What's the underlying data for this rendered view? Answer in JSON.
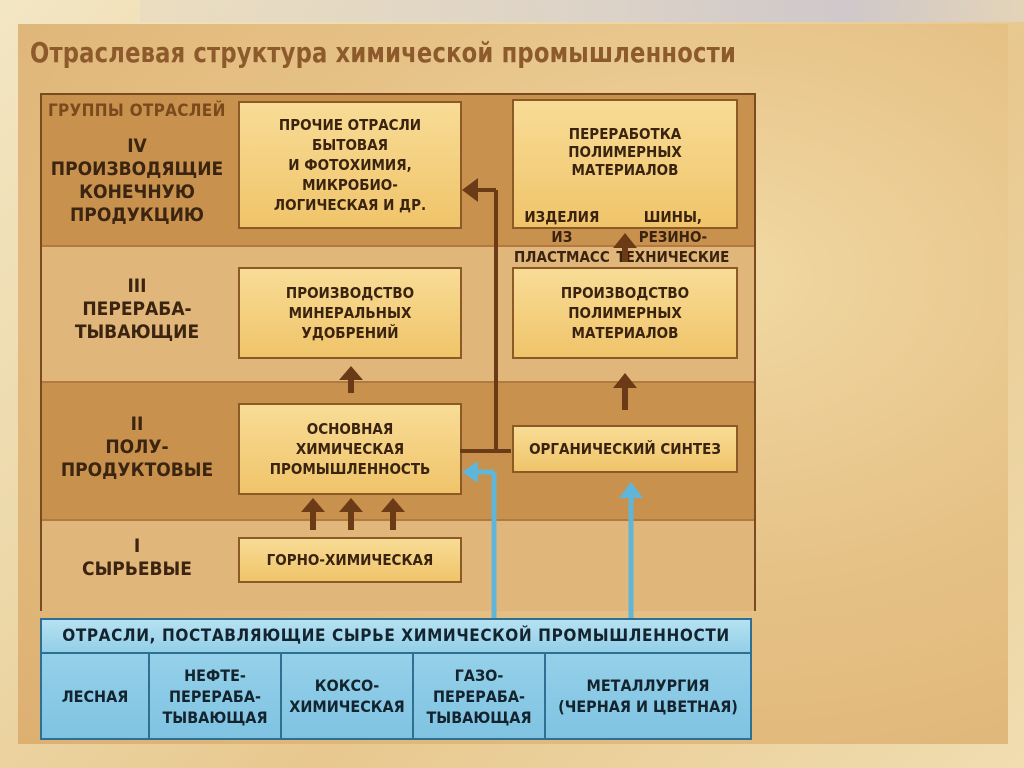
{
  "title": "Отраслевая структура химической промышленности",
  "groups_header": "ГРУППЫ ОТРАСЛЕЙ",
  "groups": [
    {
      "label": "IV\nПРОИЗВОДЯЩИЕ\nКОНЕЧНУЮ\nПРОДУКЦИЮ"
    },
    {
      "label": "III\nПЕРЕРАБА-\nТЫВАЮЩИЕ"
    },
    {
      "label": "II\nПОЛУ-\nПРОДУКТОВЫЕ"
    },
    {
      "label": "I\nСЫРЬЕВЫЕ"
    }
  ],
  "boxes": {
    "other_branches": "ПРОЧИЕ ОТРАСЛИ\nБЫТОВАЯ\nИ ФОТОХИМИЯ,\nМИКРОБИО-\nЛОГИЧЕСКАЯ И ДР.",
    "polymer_processing_title": "ПЕРЕРАБОТКА ПОЛИМЕРНЫХ\nМАТЕРИАЛОВ",
    "plastic_products": "ИЗДЕЛИЯ\nИЗ\nПЛАСТМАСС",
    "rubber_products": "ШИНЫ, РЕЗИНО-\nТЕХНИЧЕСКИЕ\nИЗДЕЛИЯ",
    "mineral_fertilizers": "ПРОИЗВОДСТВО\nМИНЕРАЛЬНЫХ\nУДОБРЕНИЙ",
    "polymer_production": "ПРОИЗВОДСТВО\nПОЛИМЕРНЫХ\nМАТЕРИАЛОВ",
    "basic_chemistry": "ОСНОВНАЯ\nХИМИЧЕСКАЯ\nПРОМЫШЛЕННОСТЬ",
    "organic_synthesis": "ОРГАНИЧЕСКИЙ СИНТЕЗ",
    "mining_chemical": "ГОРНО-ХИМИЧЕСКАЯ"
  },
  "suppliers": {
    "header": "ОТРАСЛИ, ПОСТАВЛЯЮЩИЕ СЫРЬЕ ХИМИЧЕСКОЙ ПРОМЫШЛЕННОСТИ",
    "items": [
      "ЛЕСНАЯ",
      "НЕФТЕ-\nПЕРЕРАБА-\nТЫВАЮЩАЯ",
      "КОКСО-\nХИМИЧЕСКАЯ",
      "ГАЗО-\nПЕРЕРАБА-\nТЫВАЮЩАЯ",
      "МЕТАЛЛУРГИЯ\n(ЧЕРНАЯ И ЦВЕТНАЯ)"
    ]
  },
  "colors": {
    "brown_arrow": "#6b3a16",
    "blue_arrow": "#5fb6d8",
    "title": "#8c5a2b"
  }
}
